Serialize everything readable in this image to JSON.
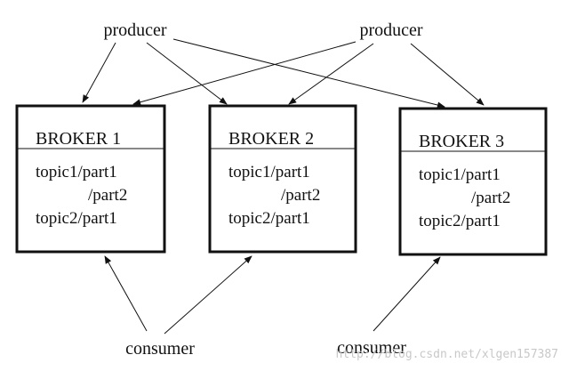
{
  "producers": [
    {
      "label": "producer"
    },
    {
      "label": "producer"
    }
  ],
  "consumers": [
    {
      "label": "consumer"
    },
    {
      "label": "consumer"
    }
  ],
  "brokers": [
    {
      "title": "BROKER 1",
      "lines": [
        "topic1/part1",
        "/part2",
        "topic2/part1"
      ]
    },
    {
      "title": "BROKER 2",
      "lines": [
        "topic1/part1",
        "/part2",
        "topic2/part1"
      ]
    },
    {
      "title": "BROKER 3",
      "lines": [
        "topic1/part1",
        "/part2",
        "topic2/part1"
      ]
    }
  ],
  "watermark": "http://blog.csdn.net/xlgen157387"
}
